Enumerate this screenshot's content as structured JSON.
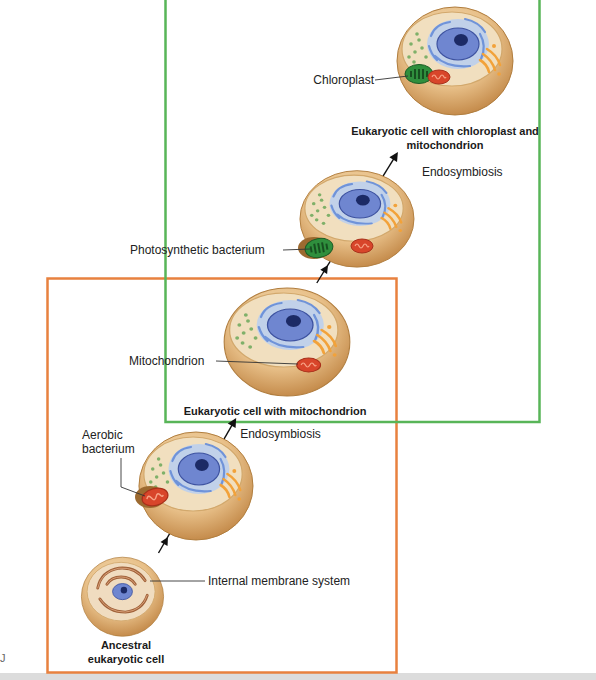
{
  "diagram": {
    "nodes": [
      {
        "text": [
          "Eukaryotic cell with chloroplast and mitochondrion"
        ]
      },
      {
        "text": [
          "Eukaryotic cell with mitochondrion"
        ]
      },
      {
        "text": [
          "Ancestral eukaryotic cell"
        ]
      }
    ],
    "edges": [
      {
        "from": 1,
        "to": 0,
        "arrow": "to",
        "label": "Endosymbiosis"
      },
      {
        "from": 2,
        "to": 1,
        "arrow": "to",
        "label": "Endosymbiosis"
      }
    ],
    "labels": [
      "Chloroplast",
      "Photosynthetic bacterium",
      "Mitochondrion",
      "Aerobic bacterium",
      "Internal membrane system",
      "J"
    ]
  }
}
